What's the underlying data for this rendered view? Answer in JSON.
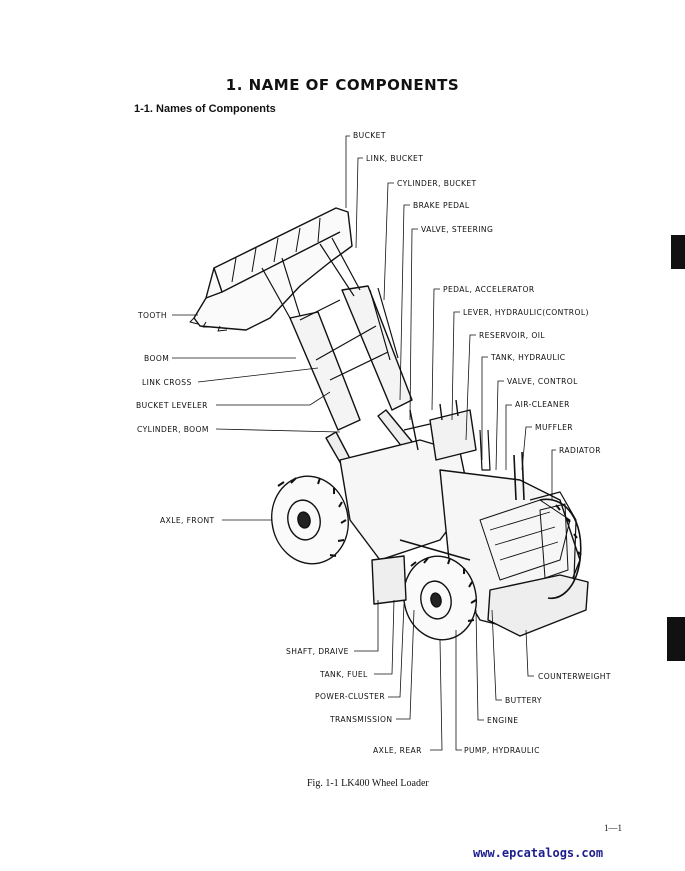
{
  "page": {
    "title": "1. NAME OF COMPONENTS",
    "section": "1-1. Names of Components",
    "caption": "Fig. 1-1   LK400 Wheel Loader",
    "page_number": "1—1",
    "watermark": "www.epcatalogs.com"
  },
  "labels": {
    "bucket": "BUCKET",
    "link_bucket": "LINK, BUCKET",
    "cylinder_bucket": "CYLINDER, BUCKET",
    "brake_pedal": "BRAKE PEDAL",
    "valve_steering": "VALVE, STEERING",
    "pedal_accelerator": "PEDAL, ACCELERATOR",
    "lever_hydraulic": "LEVER, HYDRAULIC(CONTROL)",
    "reservoir_oil": "RESERVOIR, OIL",
    "tank_hydraulic": "TANK, HYDRAULIC",
    "valve_control": "VALVE, CONTROL",
    "air_cleaner": "AIR-CLEANER",
    "muffler": "MUFFLER",
    "radiator": "RADIATOR",
    "tooth": "TOOTH",
    "boom": "BOOM",
    "link_cross": "LINK CROSS",
    "bucket_leveler": "BUCKET LEVELER",
    "cylinder_boom": "CYLINDER, BOOM",
    "axle_front": "AXLE, FRONT",
    "shaft_drive": "SHAFT, DRAIVE",
    "tank_fuel": "TANK, FUEL",
    "power_cluster": "POWER-CLUSTER",
    "transmission": "TRANSMISSION",
    "axle_rear": "AXLE, REAR",
    "pump_hydraulic": "PUMP, HYDRAULIC",
    "counterweight": "COUNTERWEIGHT",
    "buttery": "BUTTERY",
    "engine": "ENGINE"
  }
}
